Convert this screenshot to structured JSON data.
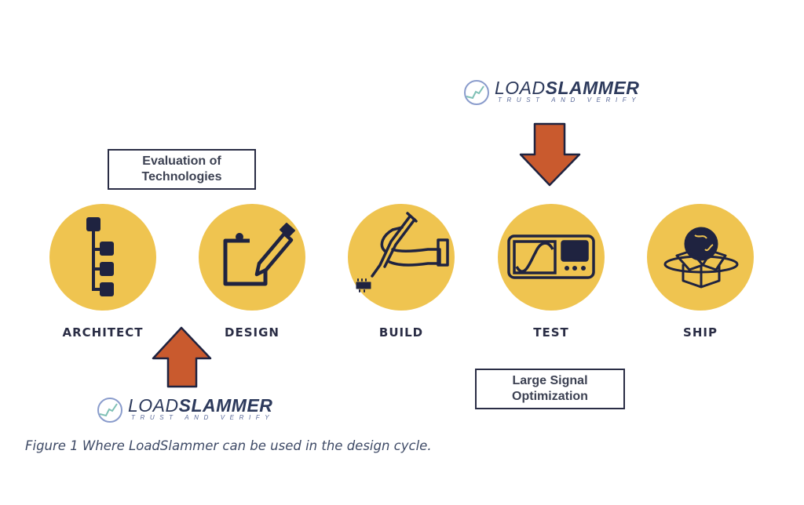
{
  "colors": {
    "circle": "#EFC450",
    "icon": "#1f2340",
    "arrow": "#C95A2E",
    "text": "#2a2d45"
  },
  "stages": [
    {
      "label": "ARCHITECT",
      "icon": "hierarchy-icon"
    },
    {
      "label": "DESIGN",
      "icon": "clipboard-pencil-icon"
    },
    {
      "label": "BUILD",
      "icon": "hand-soldering-icon"
    },
    {
      "label": "TEST",
      "icon": "oscilloscope-icon"
    },
    {
      "label": "SHIP",
      "icon": "globe-box-icon"
    }
  ],
  "notes": {
    "evaluation": [
      "Evaluation of",
      "Technologies"
    ],
    "optimization": [
      "Large Signal",
      "Optimization"
    ]
  },
  "logo": {
    "light": "LOAD",
    "bold": "SLAMMER",
    "tagline": "TRUST AND VERIFY"
  },
  "caption": "Figure 1 Where LoadSlammer can be used in the design cycle."
}
